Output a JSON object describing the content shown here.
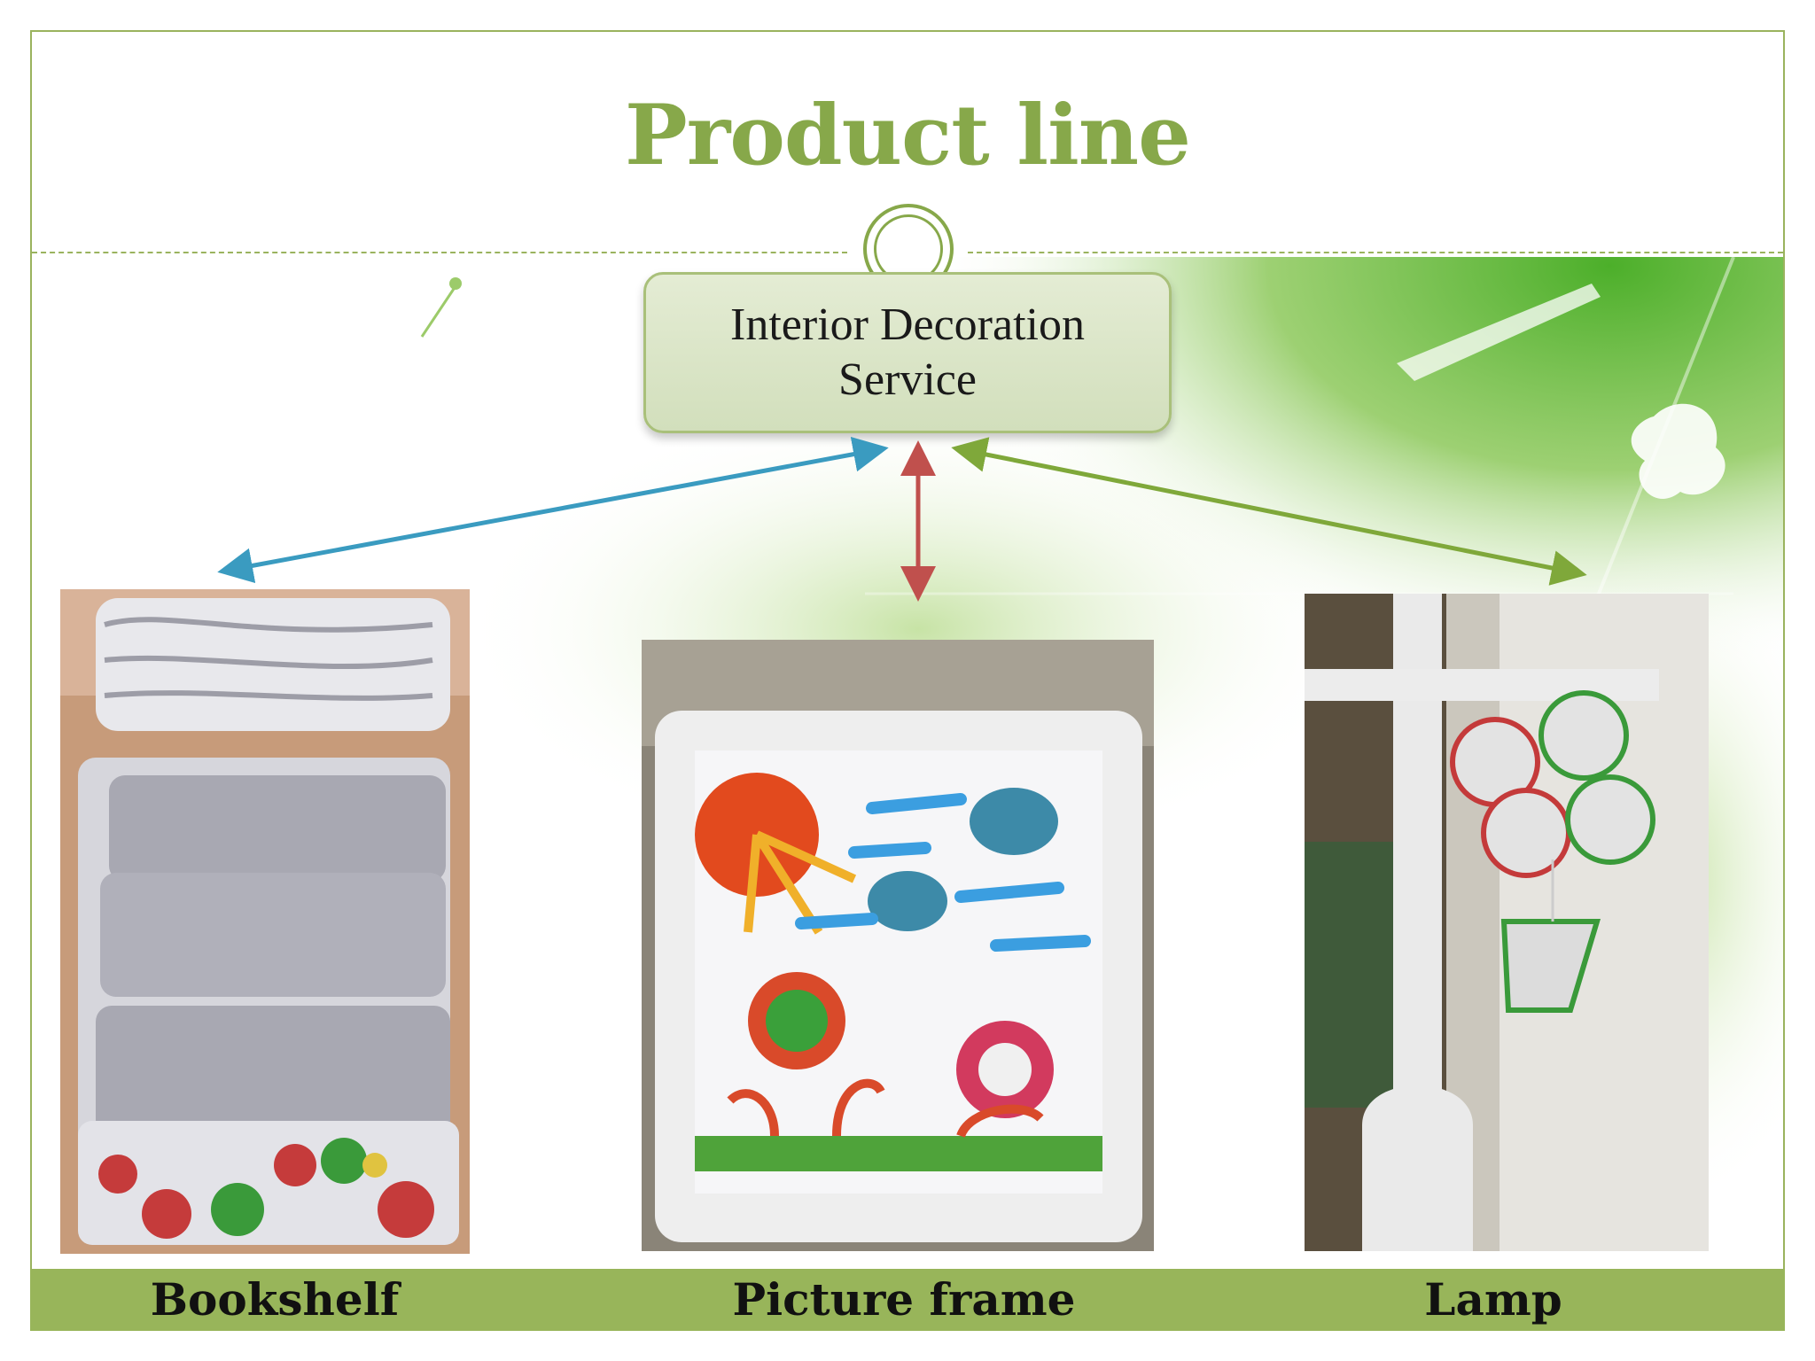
{
  "slide": {
    "title": "Product line",
    "service": {
      "label": "Interior Decoration Service"
    },
    "products": [
      {
        "caption": "Bookshelf"
      },
      {
        "caption": "Picture frame"
      },
      {
        "caption": "Lamp"
      }
    ]
  },
  "colors": {
    "title": "#87a84a",
    "accent_green": "#98b55a",
    "arrow_left": "#3a9bc0",
    "arrow_center": "#c0504d",
    "arrow_right": "#7fa83a"
  },
  "icons": [
    "leaf-decoration",
    "double-ring-ornament"
  ]
}
